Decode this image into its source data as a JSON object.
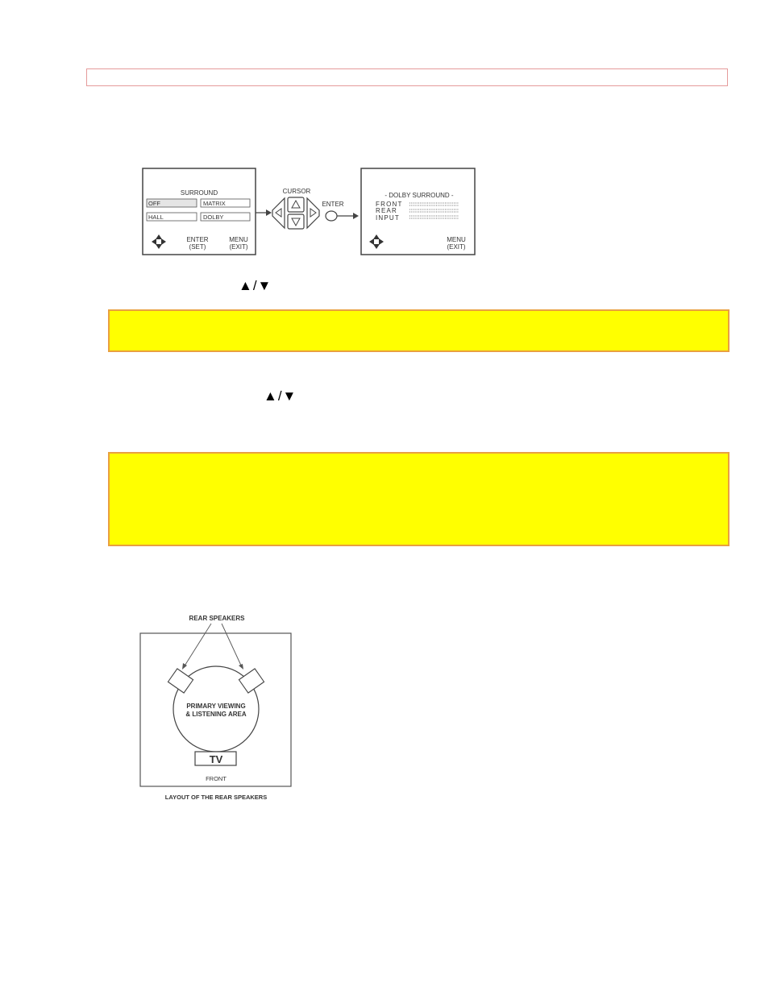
{
  "surround_menu": {
    "title": "SURROUND",
    "options": [
      "OFF",
      "MATRIX",
      "HALL",
      "DOLBY"
    ],
    "enter_label": "ENTER",
    "enter_sub": "(SET)",
    "menu_label": "MENU",
    "menu_sub": "(EXIT)"
  },
  "remote": {
    "cursor_label": "CURSOR",
    "enter_label": "ENTER"
  },
  "dolby_menu": {
    "title": "- DOLBY SURROUND -",
    "rows": [
      "FRONT",
      "REAR",
      "INPUT"
    ],
    "menu_label": "MENU",
    "menu_sub": "(EXIT)"
  },
  "speaker_diagram": {
    "rear_speakers_label": "REAR SPEAKERS",
    "area_line1": "PRIMARY VIEWING",
    "area_line2": "& LISTENING AREA",
    "tv_label": "TV",
    "front_label": "FRONT",
    "caption": "LAYOUT OF THE REAR SPEAKERS"
  },
  "cursor_arrows": "▲/▼"
}
